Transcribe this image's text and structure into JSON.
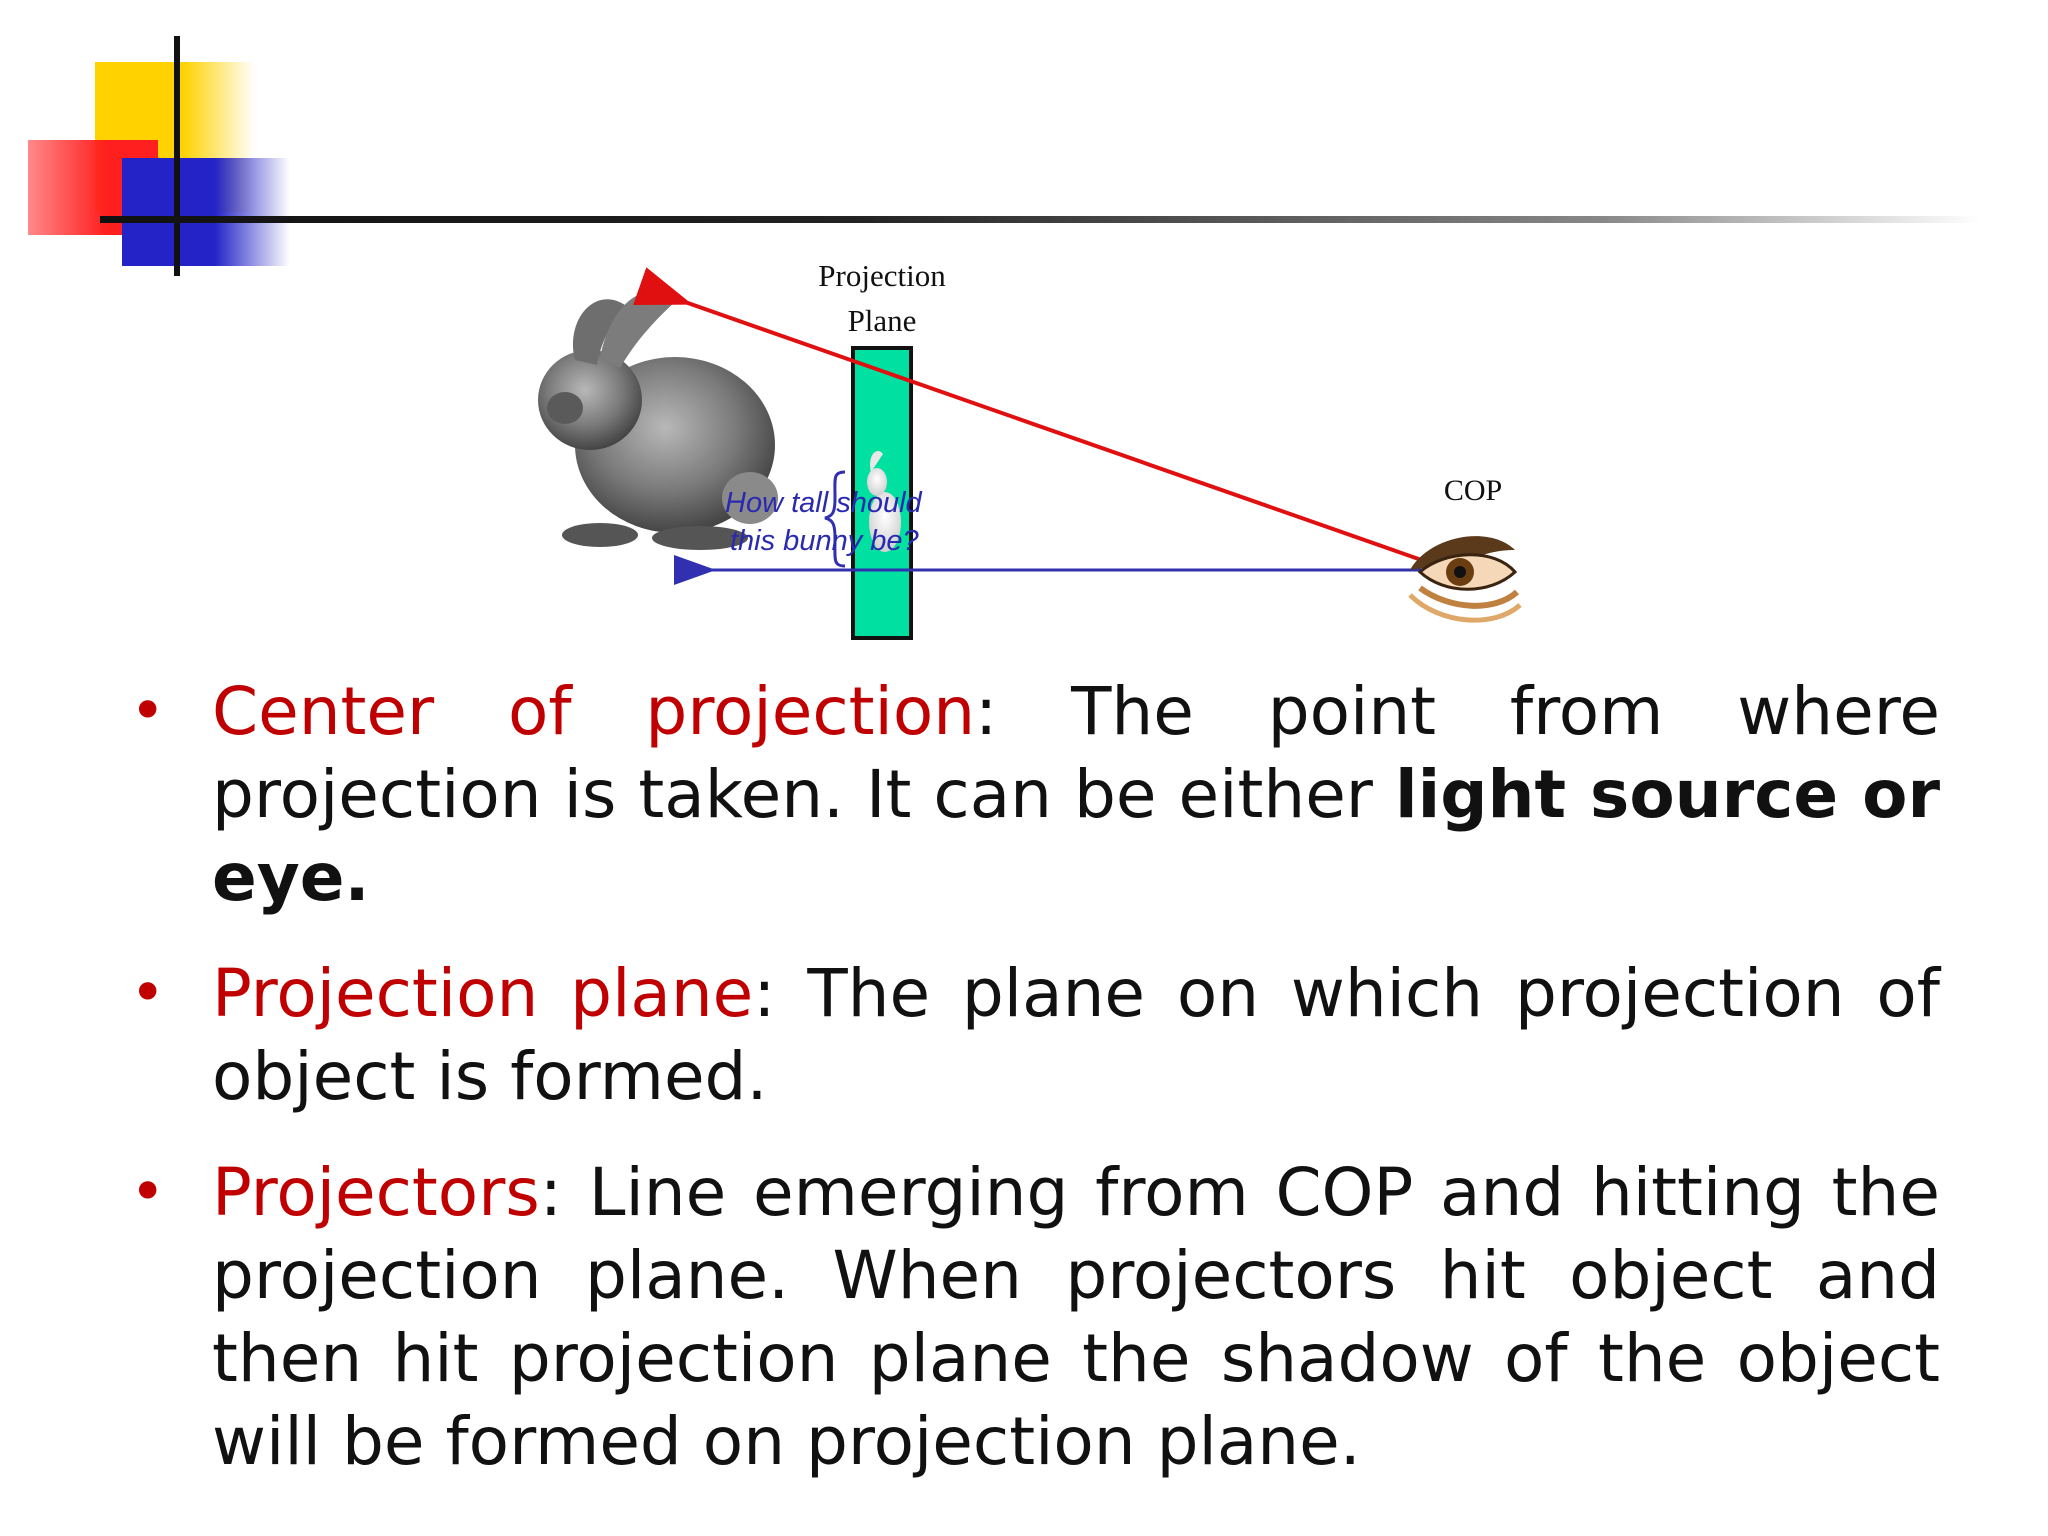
{
  "figure": {
    "plane_label_line1": "Projection",
    "plane_label_line2": "Plane",
    "question_line1": "How tall should",
    "question_line2": "this bunny be?",
    "cop_label": "COP",
    "colors": {
      "plane": "#00e0a0",
      "projector_red": "#e01010",
      "axis_blue": "#3030b0",
      "question_text": "#2a2ab0"
    }
  },
  "bullets": [
    {
      "term": "Center of projection",
      "after_term": ": The point from where projection is taken. It can be either ",
      "emphasis": "light source or eye.",
      "tail": ""
    },
    {
      "term": "Projection plane",
      "after_term": ": The plane on which projection of object is formed.",
      "emphasis": "",
      "tail": ""
    },
    {
      "term": "Projectors",
      "after_term": ": Line emerging from COP and hitting the projection plane. When projectors hit object and then hit projection plane the shadow of the object will be formed on projection plane.",
      "emphasis": "",
      "tail": ""
    }
  ],
  "bullet_glyph": "•",
  "colors": {
    "term": "#c00000",
    "body_text": "#111111"
  }
}
